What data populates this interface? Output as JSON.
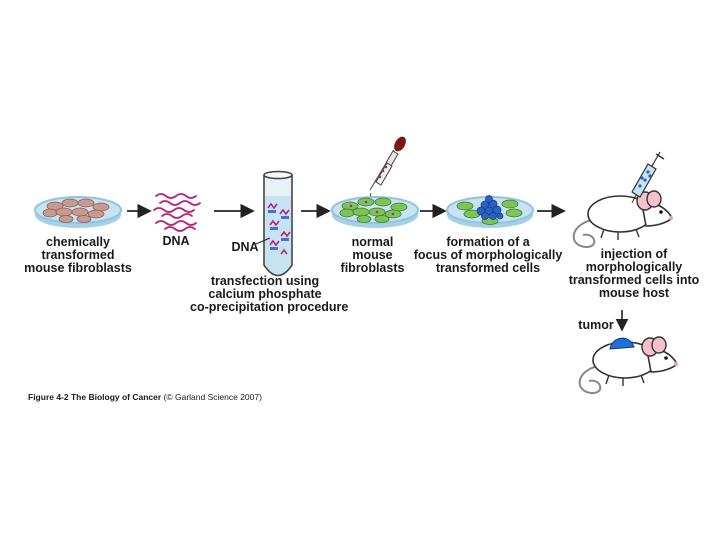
{
  "labels": {
    "chem_cells": "chemically\ntransformed\nmouse fibroblasts",
    "dna1": "DNA",
    "dna2": "DNA",
    "transfection": "transfection using\ncalcium phosphate\nco-precipitation procedure",
    "normal": "normal\nmouse\nfibroblasts",
    "focus": "formation of a\nfocus of morphologically\ntransformed cells",
    "injection": "injection of\nmorphologically\ntransformed cells into\nmouse host",
    "tumor": "tumor"
  },
  "caption": {
    "bold": "Figure 4-2 The Biology of Cancer",
    "rest": " (© Garland Science 2007)"
  },
  "colors": {
    "dish_rim": "#8fc4e0",
    "medium": "#c7e3f1",
    "brown_cells": "#c69a8e",
    "green_cells": "#7dc457",
    "blue_focus": "#2a62c4",
    "dna_strand": "#b3277e",
    "tumor": "#1f6fd6",
    "pipette_bulb": "#7a1717"
  }
}
